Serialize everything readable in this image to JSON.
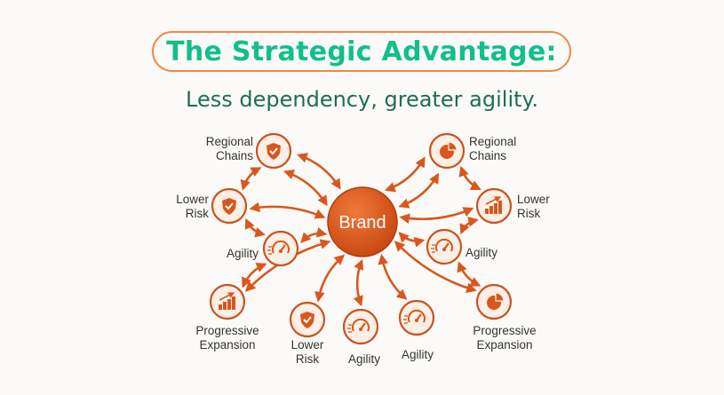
{
  "title": "The Strategic Advantage:",
  "subtitle": "Less dependency, greater agility.",
  "colors": {
    "accent": "#d9571c",
    "title": "#12bf8c",
    "subtitle": "#1f6e4e",
    "border": "#ef8a44"
  },
  "center": {
    "label": "Brand"
  },
  "nodes": [
    {
      "id": "l1",
      "lines": [
        "Regional",
        "Chains"
      ],
      "icon": "shield-check"
    },
    {
      "id": "l2",
      "lines": [
        "Lower",
        "Risk"
      ],
      "icon": "shield-check"
    },
    {
      "id": "l3",
      "lines": [
        "Agility"
      ],
      "icon": "speedometer"
    },
    {
      "id": "l4",
      "lines": [
        "Progressive",
        "Expansion"
      ],
      "icon": "bar-chart-growth"
    },
    {
      "id": "b1",
      "lines": [
        "Lower",
        "Risk"
      ],
      "icon": "shield-check"
    },
    {
      "id": "b2",
      "lines": [
        "Agility"
      ],
      "icon": "speedometer"
    },
    {
      "id": "b3",
      "lines": [
        "Agility"
      ],
      "icon": "speedometer"
    },
    {
      "id": "r1",
      "lines": [
        "Regional",
        "Chains"
      ],
      "icon": "pie-chart"
    },
    {
      "id": "r2",
      "lines": [
        "Lower",
        "Risk"
      ],
      "icon": "bar-chart-growth"
    },
    {
      "id": "r3",
      "lines": [
        "Agility"
      ],
      "icon": "speedometer"
    },
    {
      "id": "r4",
      "lines": [
        "Progressive",
        "Expansion"
      ],
      "icon": "pie-chart"
    }
  ],
  "edges": [
    [
      "brand",
      "l1"
    ],
    [
      "brand",
      "l1"
    ],
    [
      "brand",
      "l2"
    ],
    [
      "brand",
      "l3"
    ],
    [
      "brand",
      "l4"
    ],
    [
      "l1",
      "l2"
    ],
    [
      "l2",
      "l3"
    ],
    [
      "l3",
      "l4"
    ],
    [
      "brand",
      "b1"
    ],
    [
      "brand",
      "b2"
    ],
    [
      "brand",
      "b3"
    ],
    [
      "brand",
      "r1"
    ],
    [
      "brand",
      "r1"
    ],
    [
      "brand",
      "r2"
    ],
    [
      "brand",
      "r3"
    ],
    [
      "brand",
      "r4"
    ],
    [
      "r1",
      "r2"
    ],
    [
      "r2",
      "r3"
    ],
    [
      "r3",
      "r4"
    ]
  ]
}
